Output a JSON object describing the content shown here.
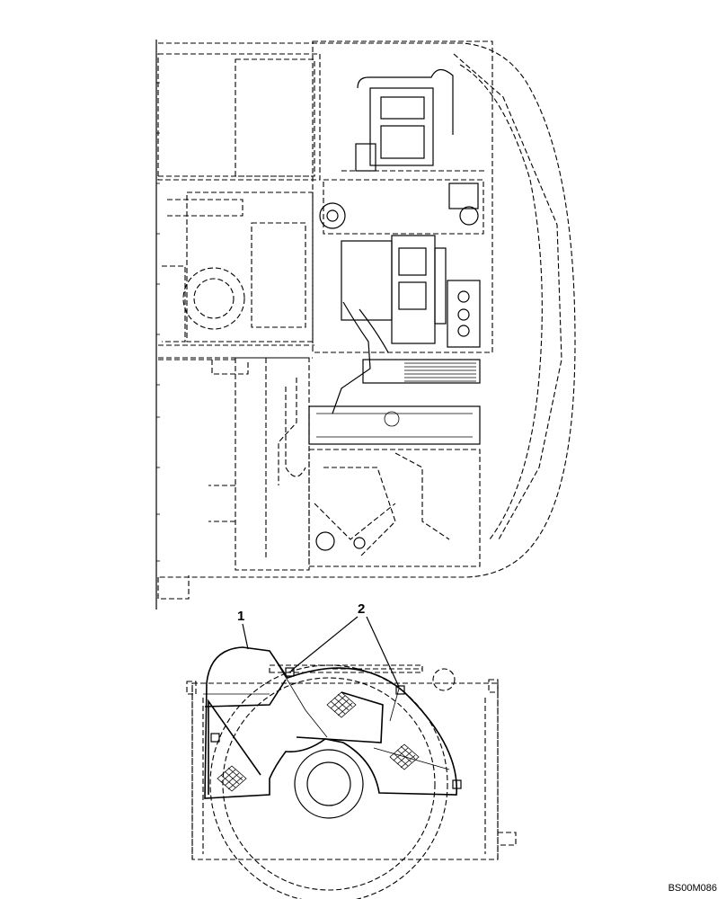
{
  "callouts": [
    {
      "id": "1"
    },
    {
      "id": "2"
    }
  ],
  "reference_code": "BS00M086"
}
